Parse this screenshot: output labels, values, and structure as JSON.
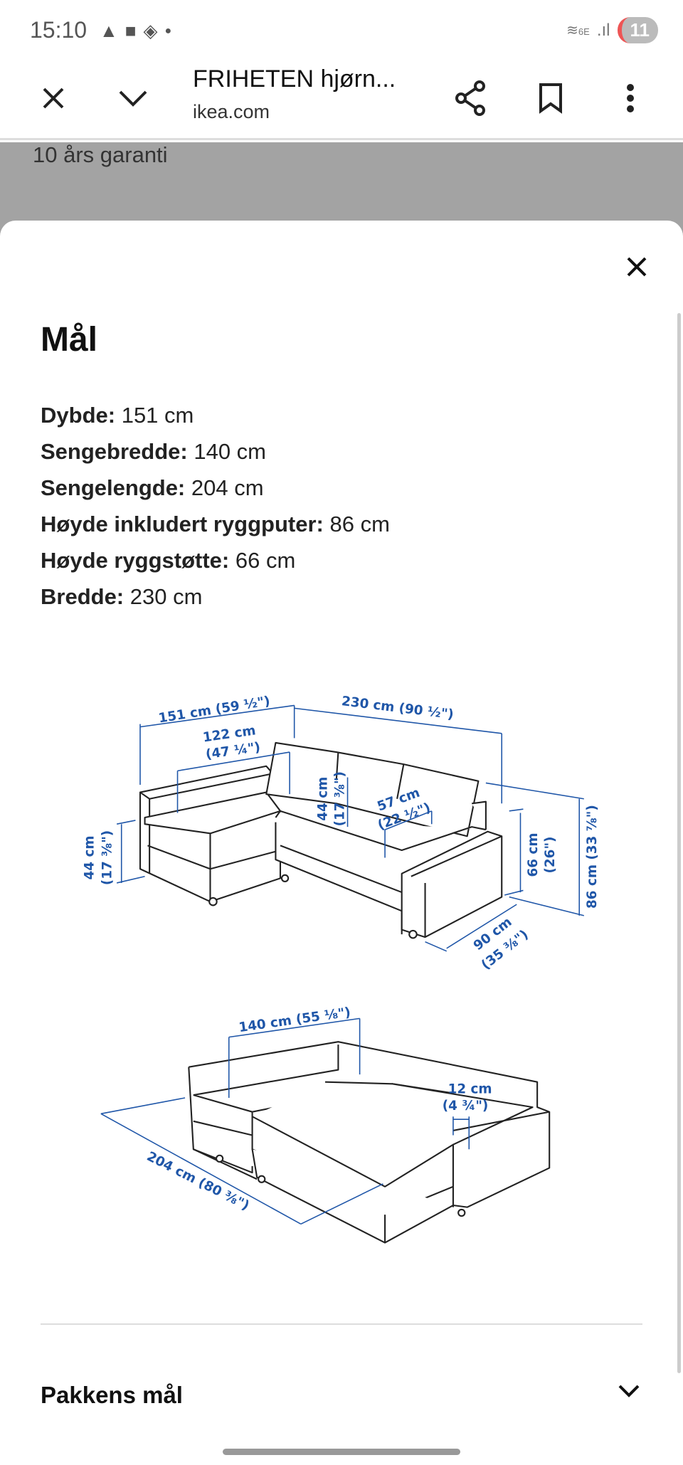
{
  "status_bar": {
    "time": "15:10",
    "network": "6E",
    "battery": "11"
  },
  "header": {
    "title": "FRIHETEN hjørn...",
    "domain": "ikea.com",
    "icons": [
      "close-icon",
      "chevron-down-icon",
      "share-icon",
      "bookmark-icon",
      "more-vert-icon"
    ]
  },
  "background": {
    "text": "10 års garanti"
  },
  "sheet": {
    "title": "Mål",
    "specs": [
      {
        "label": "Dybde:",
        "value": "151 cm"
      },
      {
        "label": "Sengebredde:",
        "value": "140 cm"
      },
      {
        "label": "Sengelengde:",
        "value": "204 cm"
      },
      {
        "label": "Høyde inkludert ryggputer:",
        "value": "86 cm"
      },
      {
        "label": "Høyde ryggstøtte:",
        "value": "66 cm"
      },
      {
        "label": "Bredde:",
        "value": "230 cm"
      }
    ],
    "diagram_sofa": {
      "depth": "151 cm (59 ½\")",
      "width": "230 cm (90 ½\")",
      "chaise": "122 cm",
      "chaise_in": "(47 ¼\")",
      "back_h": "44 cm",
      "back_h_in": "(17 ⅜\")",
      "seat_d": "57 cm",
      "seat_d_in": "(22 ½\")",
      "seat_h": "44 cm",
      "seat_h_in": "(17 ⅜\")",
      "back_total": "66 cm",
      "back_total_in": "(26\")",
      "height": "86 cm (33 ⅞\")",
      "arm_d": "90 cm",
      "arm_d_in": "(35 ⅜\")"
    },
    "diagram_bed": {
      "bed_w": "140 cm (55 ⅛\")",
      "gap": "12 cm",
      "gap_in": "(4 ¾\")",
      "bed_l": "204 cm (80 ⅜\")"
    },
    "accordion": {
      "label": "Pakkens mål"
    }
  },
  "colors": {
    "dimension": "#1f56a8",
    "overlay": "#a3a3a3"
  }
}
